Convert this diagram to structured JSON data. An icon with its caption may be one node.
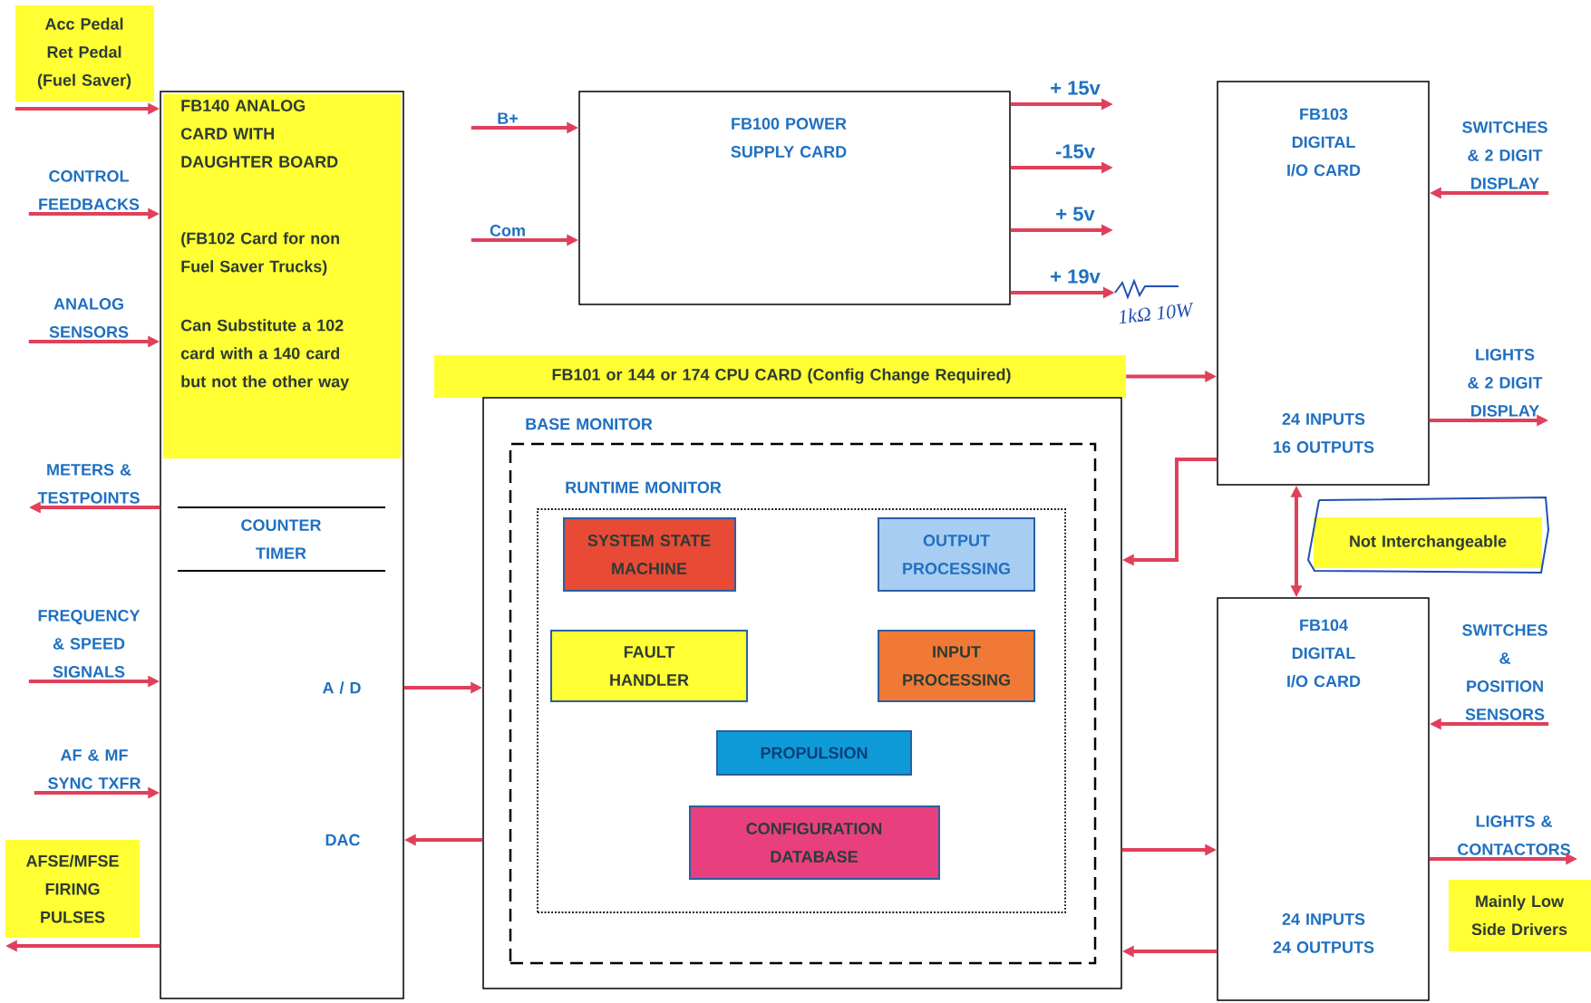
{
  "diagram": {
    "nodes": [
      {
        "text": [
          "Acc Pedal Ret Pedal (Fuel Saver)"
        ]
      },
      {
        "text": [
          "FB140 ANALOG CARD WITH DAUGHTER BOARD",
          "(FB102 Card for non Fuel Saver Trucks)",
          "Can Substitute a 102 card with a 140 card but not the other way",
          "COUNTER TIMER",
          "A / D",
          "DAC"
        ]
      },
      {
        "text": [
          "CONTROL FEEDBACKS"
        ]
      },
      {
        "text": [
          "ANALOG SENSORS"
        ]
      },
      {
        "text": [
          "METERS & TESTPOINTS"
        ]
      },
      {
        "text": [
          "FREQUENCY & SPEED SIGNALS"
        ]
      },
      {
        "text": [
          "AF & MF SYNC TXFR"
        ]
      },
      {
        "text": [
          "AFSE/MFSE FIRING PULSES"
        ]
      },
      {
        "text": [
          "B+"
        ]
      },
      {
        "text": [
          "Com"
        ]
      },
      {
        "text": [
          "FB100 POWER SUPPLY CARD"
        ]
      },
      {
        "text": [
          "FB103 DIGITAL I/O CARD",
          "24 INPUTS 16 OUTPUTS"
        ]
      },
      {
        "text": [
          "SWITCHES & 2 DIGIT DISPLAY"
        ]
      },
      {
        "text": [
          "LIGHTS & 2 DIGIT DISPLAY"
        ]
      },
      {
        "text": [
          "FB101 or 144 or 174 CPU CARD (Config Change Required)"
        ]
      },
      {
        "text": [
          "BASE MONITOR"
        ]
      },
      {
        "text": [],
        "shape": "box",
        "in": 15
      },
      {
        "text": [
          "RUNTIME MONITOR"
        ],
        "in": 16
      },
      {
        "text": [
          "SYSTEM STATE MACHINE"
        ],
        "in": 17
      },
      {
        "text": [
          "OUTPUT PROCESSING"
        ],
        "in": 17
      },
      {
        "text": [
          "FAULT HANDLER"
        ],
        "in": 17
      },
      {
        "text": [
          "INPUT PROCESSING"
        ],
        "in": 17
      },
      {
        "text": [
          "PROPULSION"
        ],
        "in": 17
      },
      {
        "text": [
          "CONFIGURATION DATABASE"
        ],
        "in": 17
      },
      {
        "text": [
          "Not Interchangeable"
        ]
      },
      {
        "text": [
          "FB104 DIGITAL I/O CARD",
          "24 INPUTS 24 OUTPUTS"
        ]
      },
      {
        "text": [
          "SWITCHES & POSITION SENSORS"
        ]
      },
      {
        "text": [
          "LIGHTS & CONTACTORS"
        ]
      },
      {
        "text": [
          "Mainly Low Side Drivers"
        ]
      },
      {
        "text": [],
        "shape": "picture"
      }
    ],
    "edges": [
      {
        "from": 0,
        "to": 1,
        "arrow": "to"
      },
      {
        "from": 2,
        "to": 1,
        "arrow": "to"
      },
      {
        "from": 3,
        "to": 1,
        "arrow": "to"
      },
      {
        "from": 1,
        "to": 4,
        "arrow": "to"
      },
      {
        "from": 5,
        "to": 1,
        "arrow": "to"
      },
      {
        "from": 6,
        "to": 1,
        "arrow": "to"
      },
      {
        "from": 1,
        "to": 7,
        "arrow": "to"
      },
      {
        "from": 8,
        "to": 10,
        "arrow": "to"
      },
      {
        "from": 9,
        "to": 10,
        "arrow": "to"
      },
      {
        "from": 10,
        "to": null,
        "arrow": "to",
        "label": "+ 15v"
      },
      {
        "from": 10,
        "to": null,
        "arrow": "to",
        "label": "-15v"
      },
      {
        "from": 10,
        "to": null,
        "arrow": "to",
        "label": "+ 5v"
      },
      {
        "from": 10,
        "to": 29,
        "arrow": "to",
        "label": "+ 19v"
      },
      {
        "from": 14,
        "to": 11,
        "arrow": "to"
      },
      {
        "from": 11,
        "to": 15,
        "arrow": "to"
      },
      {
        "from": 12,
        "to": 11,
        "arrow": "to"
      },
      {
        "from": 11,
        "to": 13,
        "arrow": "to"
      },
      {
        "from": 11,
        "to": 25,
        "arrow": "both"
      },
      {
        "from": 1,
        "to": 15,
        "arrow": "to"
      },
      {
        "from": 15,
        "to": 1,
        "arrow": "to"
      },
      {
        "from": 15,
        "to": 25,
        "arrow": "to"
      },
      {
        "from": 25,
        "to": 15,
        "arrow": "to"
      },
      {
        "from": 26,
        "to": 25,
        "arrow": "to"
      },
      {
        "from": 25,
        "to": 27,
        "arrow": "to"
      }
    ],
    "labels": [
      "1kΩ 10W"
    ]
  }
}
